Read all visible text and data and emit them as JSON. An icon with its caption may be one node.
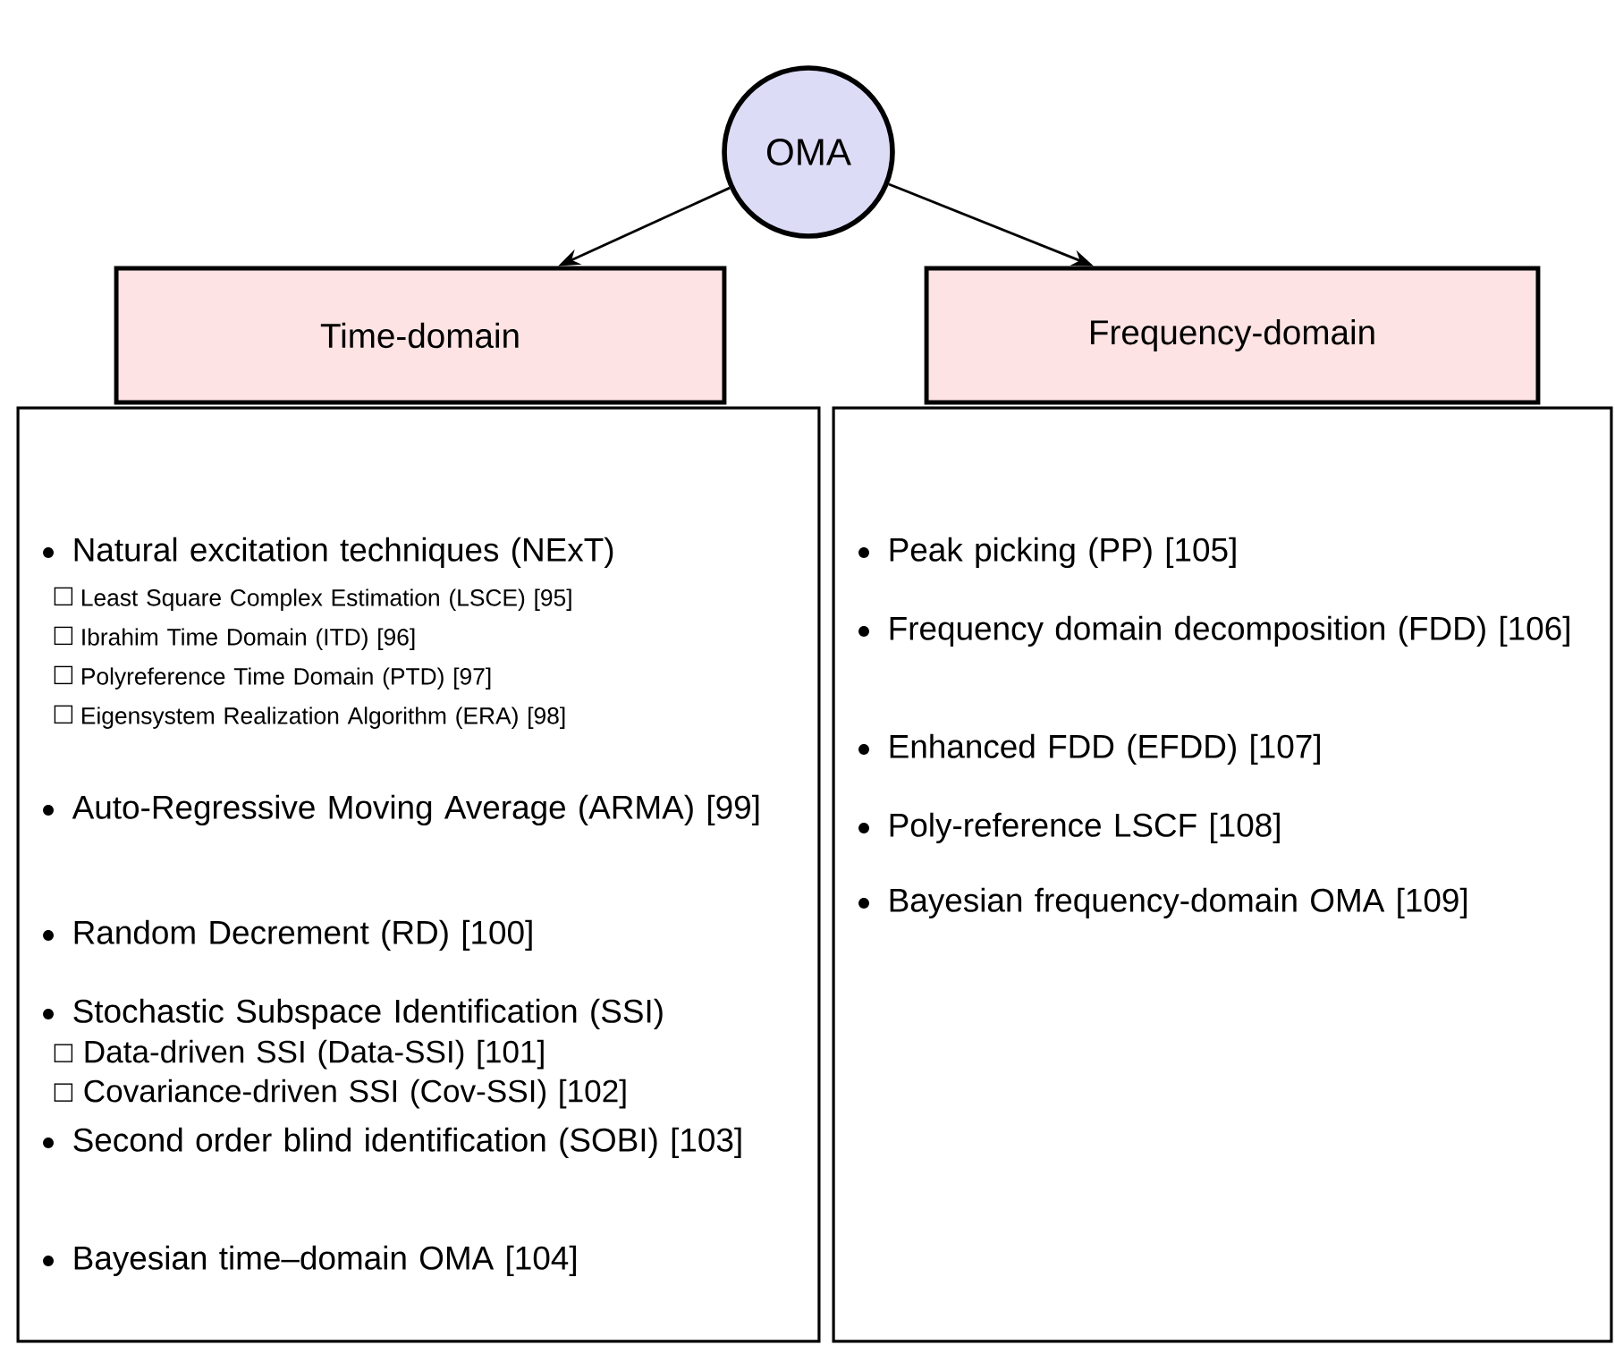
{
  "diagram": {
    "nodes": [
      {
        "text": [
          "OMA"
        ]
      },
      {
        "text": [
          "Time-domain"
        ]
      },
      {
        "text": [
          "Frequency-domain"
        ]
      },
      {
        "text": [
          "Natural excitation techniques (NExT)",
          "Least Square Complex Estimation (LSCE) [95]",
          "Ibrahim Time Domain (ITD) [96]",
          "Polyreference Time Domain (PTD) [97]",
          "Eigensystem Realization Algorithm (ERA) [98]",
          "Auto-Regressive Moving Average (ARMA) [99]",
          "Random Decrement (RD) [100]",
          "Stochastic Subspace Identification (SSI)",
          "Data-driven SSI (Data-SSI) [101]",
          "Covariance-driven SSI (Cov-SSI) [102]",
          "Second order blind identification (SOBI) [103]",
          "Bayesian time–domain OMA [104]"
        ]
      },
      {
        "text": [
          "Peak picking (PP) [105]",
          "Frequency domain decomposition (FDD) [106]",
          "Enhanced FDD (EFDD) [107]",
          "Poly-reference LSCF [108]",
          "Bayesian frequency-domain OMA [109]"
        ]
      }
    ],
    "edges": [
      {
        "from": 0,
        "to": 1,
        "arrow": "to"
      },
      {
        "from": 0,
        "to": 2,
        "arrow": "to"
      }
    ]
  }
}
